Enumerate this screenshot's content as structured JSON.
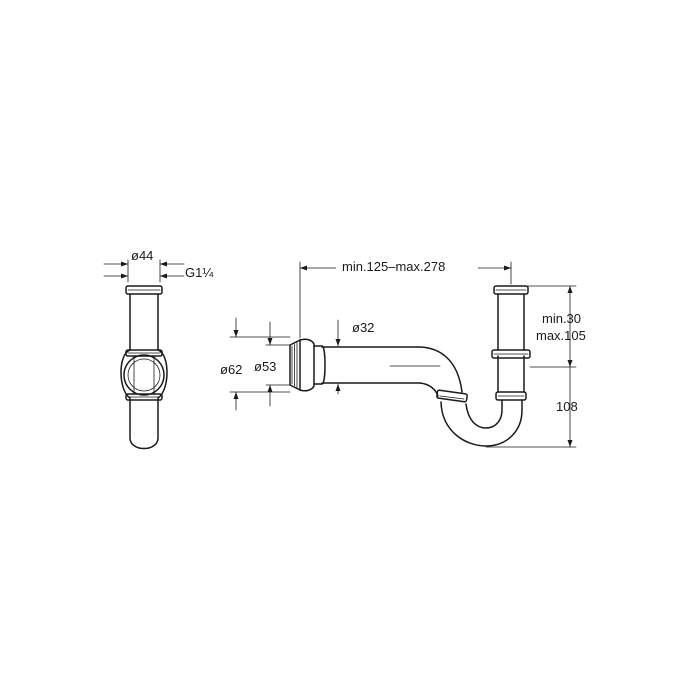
{
  "dimensions": {
    "side_diameter": "ø44",
    "thread": "G1¼",
    "outer_diameter": "ø62",
    "inner_diameter": "ø53",
    "pipe_diameter": "ø32",
    "horizontal_range": "min.125–max.278",
    "vertical_min": "min.30",
    "vertical_max": "max.105",
    "height": "108"
  },
  "colors": {
    "line": "#1a1a1a",
    "background": "#ffffff"
  }
}
